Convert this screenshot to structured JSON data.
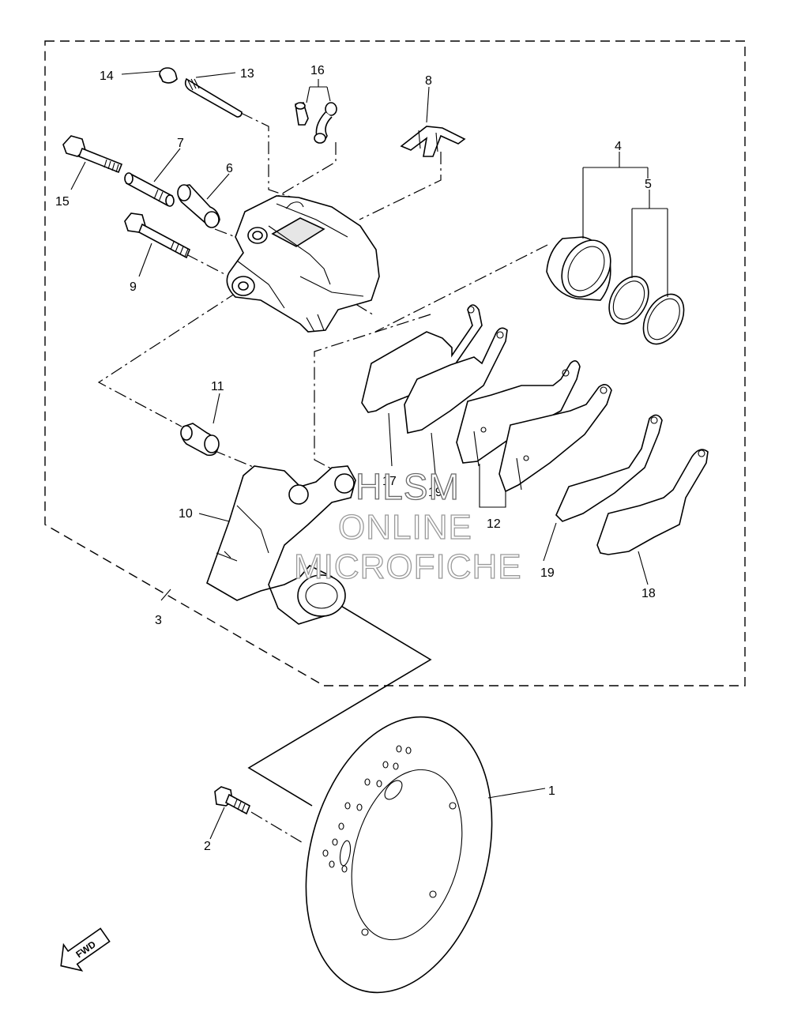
{
  "callouts": [
    {
      "id": "1",
      "text": "1"
    },
    {
      "id": "2",
      "text": "2"
    },
    {
      "id": "3",
      "text": "3"
    },
    {
      "id": "4",
      "text": "4"
    },
    {
      "id": "5",
      "text": "5"
    },
    {
      "id": "6",
      "text": "6"
    },
    {
      "id": "7",
      "text": "7"
    },
    {
      "id": "8",
      "text": "8"
    },
    {
      "id": "9",
      "text": "9"
    },
    {
      "id": "10",
      "text": "10"
    },
    {
      "id": "11",
      "text": "11"
    },
    {
      "id": "12",
      "text": "12"
    },
    {
      "id": "13",
      "text": "13"
    },
    {
      "id": "14",
      "text": "14"
    },
    {
      "id": "15",
      "text": "15"
    },
    {
      "id": "16",
      "text": "16"
    },
    {
      "id": "17",
      "text": "17"
    },
    {
      "id": "18",
      "text": "18"
    },
    {
      "id": "19a",
      "text": "19"
    },
    {
      "id": "19b",
      "text": "19"
    }
  ],
  "watermark": {
    "line1": "HLSM",
    "line2": "ONLINE",
    "line3": "MICROFICHE"
  },
  "fwd_badge": "FWD",
  "colors": {
    "ink": "#000000",
    "watermark_outline": "#9a9a9a"
  }
}
